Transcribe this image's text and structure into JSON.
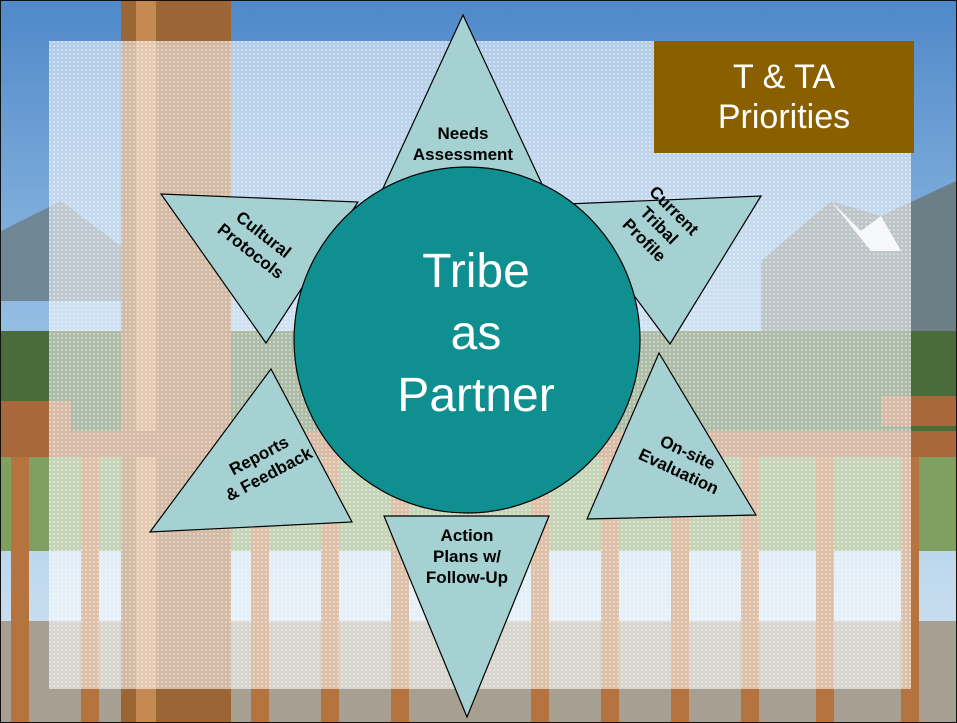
{
  "title": {
    "line1": "T & TA",
    "line2": "Priorities"
  },
  "center": {
    "line1": "Tribe",
    "line2": "as",
    "line3": "Partner",
    "color": "#0f8f8f"
  },
  "triangle_color": "#a6d1d2",
  "title_box_color": "#8a5f00",
  "items": [
    {
      "id": "needs",
      "lines": [
        "Needs",
        "Assessment"
      ]
    },
    {
      "id": "profile",
      "lines": [
        "Current",
        "Tribal",
        "Profile"
      ]
    },
    {
      "id": "onsite",
      "lines": [
        "On-site",
        "Evaluation"
      ]
    },
    {
      "id": "action",
      "lines": [
        "Action",
        "Plans w/",
        "Follow-Up"
      ]
    },
    {
      "id": "reports",
      "lines": [
        "Reports",
        "& Feedback"
      ]
    },
    {
      "id": "cultural",
      "lines": [
        "Cultural",
        "Protocols"
      ]
    }
  ]
}
